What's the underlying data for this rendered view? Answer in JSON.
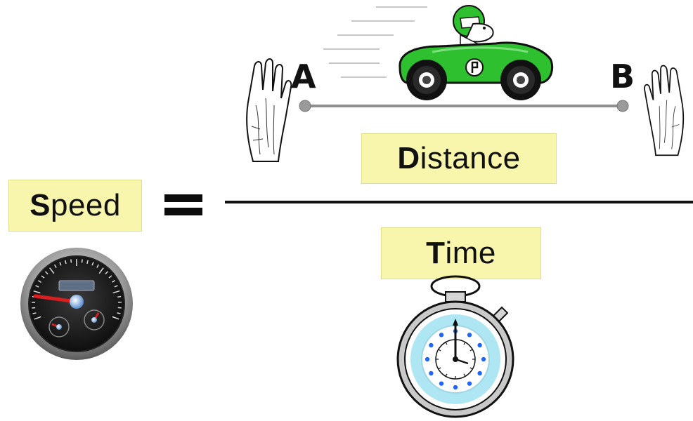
{
  "formula": {
    "speed": {
      "initial": "S",
      "rest": "peed"
    },
    "distance": {
      "initial": "D",
      "rest": "istance"
    },
    "time": {
      "initial": "T",
      "rest": "ime"
    }
  },
  "points": {
    "start": "A",
    "end": "B"
  },
  "icons": {
    "car": "race-car-icon",
    "hands": "raised-hand-icon",
    "speedometer": "speedometer-icon",
    "stopwatch": "stopwatch-icon"
  },
  "colors": {
    "label_bg": "#f8f6ac",
    "car_body": "#2ec02e",
    "track": "#8f8f8f",
    "stopwatch_face": "#aee7f3",
    "stopwatch_dots": "#1e66ff",
    "speedo_needle": "#d81e1e"
  }
}
